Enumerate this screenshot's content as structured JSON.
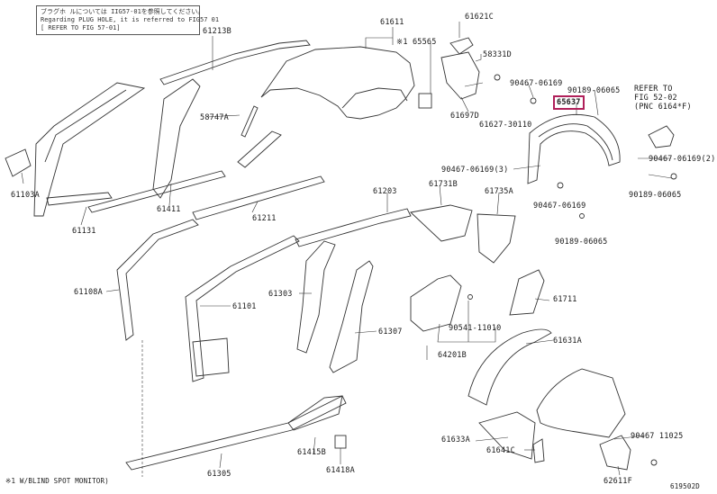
{
  "note_box": {
    "line1": "ブラグホ ルについては IIG57-01を参照してください。",
    "line2": "Regarding PLUG HOLE, it is referred to FIG57 01",
    "line3": "[ REFER TO FIG 57-01]"
  },
  "refer_box": {
    "line1": "REFER TO",
    "line2": "FIG 52-02",
    "line3": "(PNC 6164*F)"
  },
  "labels": {
    "p61213B": "61213B",
    "p61611": "61611",
    "p65565": "※1 65565",
    "p61621C": "61621C",
    "p58331D": "58331D",
    "p90467_06169_a": "90467-06169",
    "p90189_06065_a": "90189-06065",
    "p65637": "65637",
    "p61697D": "61697D",
    "p61627": "61627-30110",
    "p58747A": "58747A",
    "p90467_06169_3": "90467-06169(3)",
    "p90467_06169_2": "90467-06169(2)",
    "p90189_06065_b": "90189-06065",
    "p90467_06169_b": "90467-06169",
    "p90189_06065_c": "90189-06065",
    "p61103A": "61103A",
    "p61411": "61411",
    "p61131": "61131",
    "p61203": "61203",
    "p61731B": "61731B",
    "p61735A": "61735A",
    "p61211": "61211",
    "p61108A": "61108A",
    "p61101": "61101",
    "p61303": "61303",
    "p61307": "61307",
    "p90541": "90541-11010",
    "p61711": "61711",
    "p64201B": "64201B",
    "p61631A": "61631A",
    "p61633A": "61633A",
    "p61641C": "61641C",
    "p90467_11025": "90467 11025",
    "p62611F": "62611F",
    "p61305": "61305",
    "p61415B": "61415B",
    "p61418A": "61418A",
    "footnote": "※1 W/BLIND SPOT MONITOR)",
    "code": "619502D"
  },
  "colors": {
    "line": "#333333",
    "highlight": "#b0205a"
  }
}
